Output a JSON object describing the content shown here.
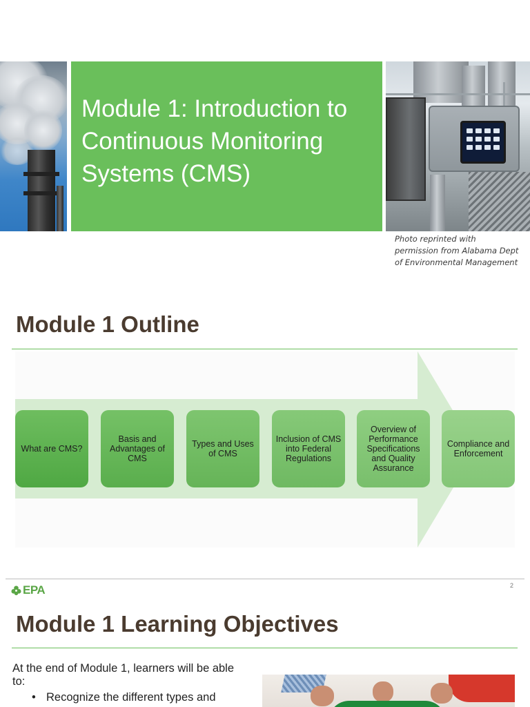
{
  "slide1": {
    "title_lines": [
      "Module 1: Introduction to",
      "Continuous Monitoring",
      "Systems (CMS)"
    ],
    "caption_lines": [
      "Photo reprinted with",
      "permission from Alabama Dept",
      "of Environmental Management"
    ]
  },
  "slide2": {
    "title": "Module 1 Outline",
    "steps": [
      "What are CMS?",
      "Basis and Advantages of CMS",
      "Types and Uses of CMS",
      "Inclusion of CMS into Federal Regulations",
      "Overview of Performance Specifications and Quality Assurance",
      "Compliance and Enforcement"
    ],
    "logo_text": "EPA",
    "page_number": "2",
    "colors": {
      "accent_green": "#6abf5b",
      "step_dark": "#4fa843",
      "step_light": "#8fcd7f",
      "title_brown": "#4a3b2f"
    }
  },
  "slide3": {
    "title": "Module 1 Learning Objectives",
    "intro_lines": [
      "At the end of Module 1, learners will be able",
      "to:"
    ],
    "bullets": [
      "Recognize the different types and"
    ]
  }
}
